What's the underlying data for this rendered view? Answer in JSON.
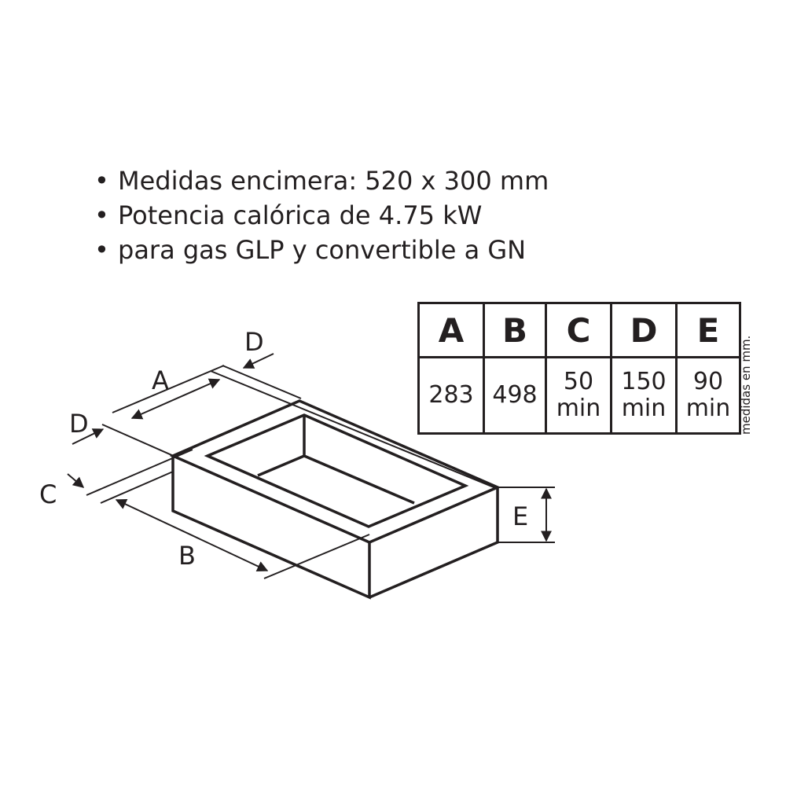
{
  "specs": [
    "Medidas encimera: 520 x 300 mm",
    "Potencia calórica de 4.75 kW",
    "para gas GLP y convertible a GN"
  ],
  "bullet_symbol": "•",
  "table": {
    "headers": [
      "A",
      "B",
      "C",
      "D",
      "E"
    ],
    "values": [
      {
        "main": "283",
        "sub": ""
      },
      {
        "main": "498",
        "sub": ""
      },
      {
        "main": "50",
        "sub": "min"
      },
      {
        "main": "150",
        "sub": "min"
      },
      {
        "main": "90",
        "sub": "min"
      }
    ]
  },
  "units_note": "medidas en mm.",
  "diagram_labels": {
    "a": "A",
    "b": "B",
    "c": "C",
    "d_top": "D",
    "d_left": "D",
    "e": "E"
  }
}
